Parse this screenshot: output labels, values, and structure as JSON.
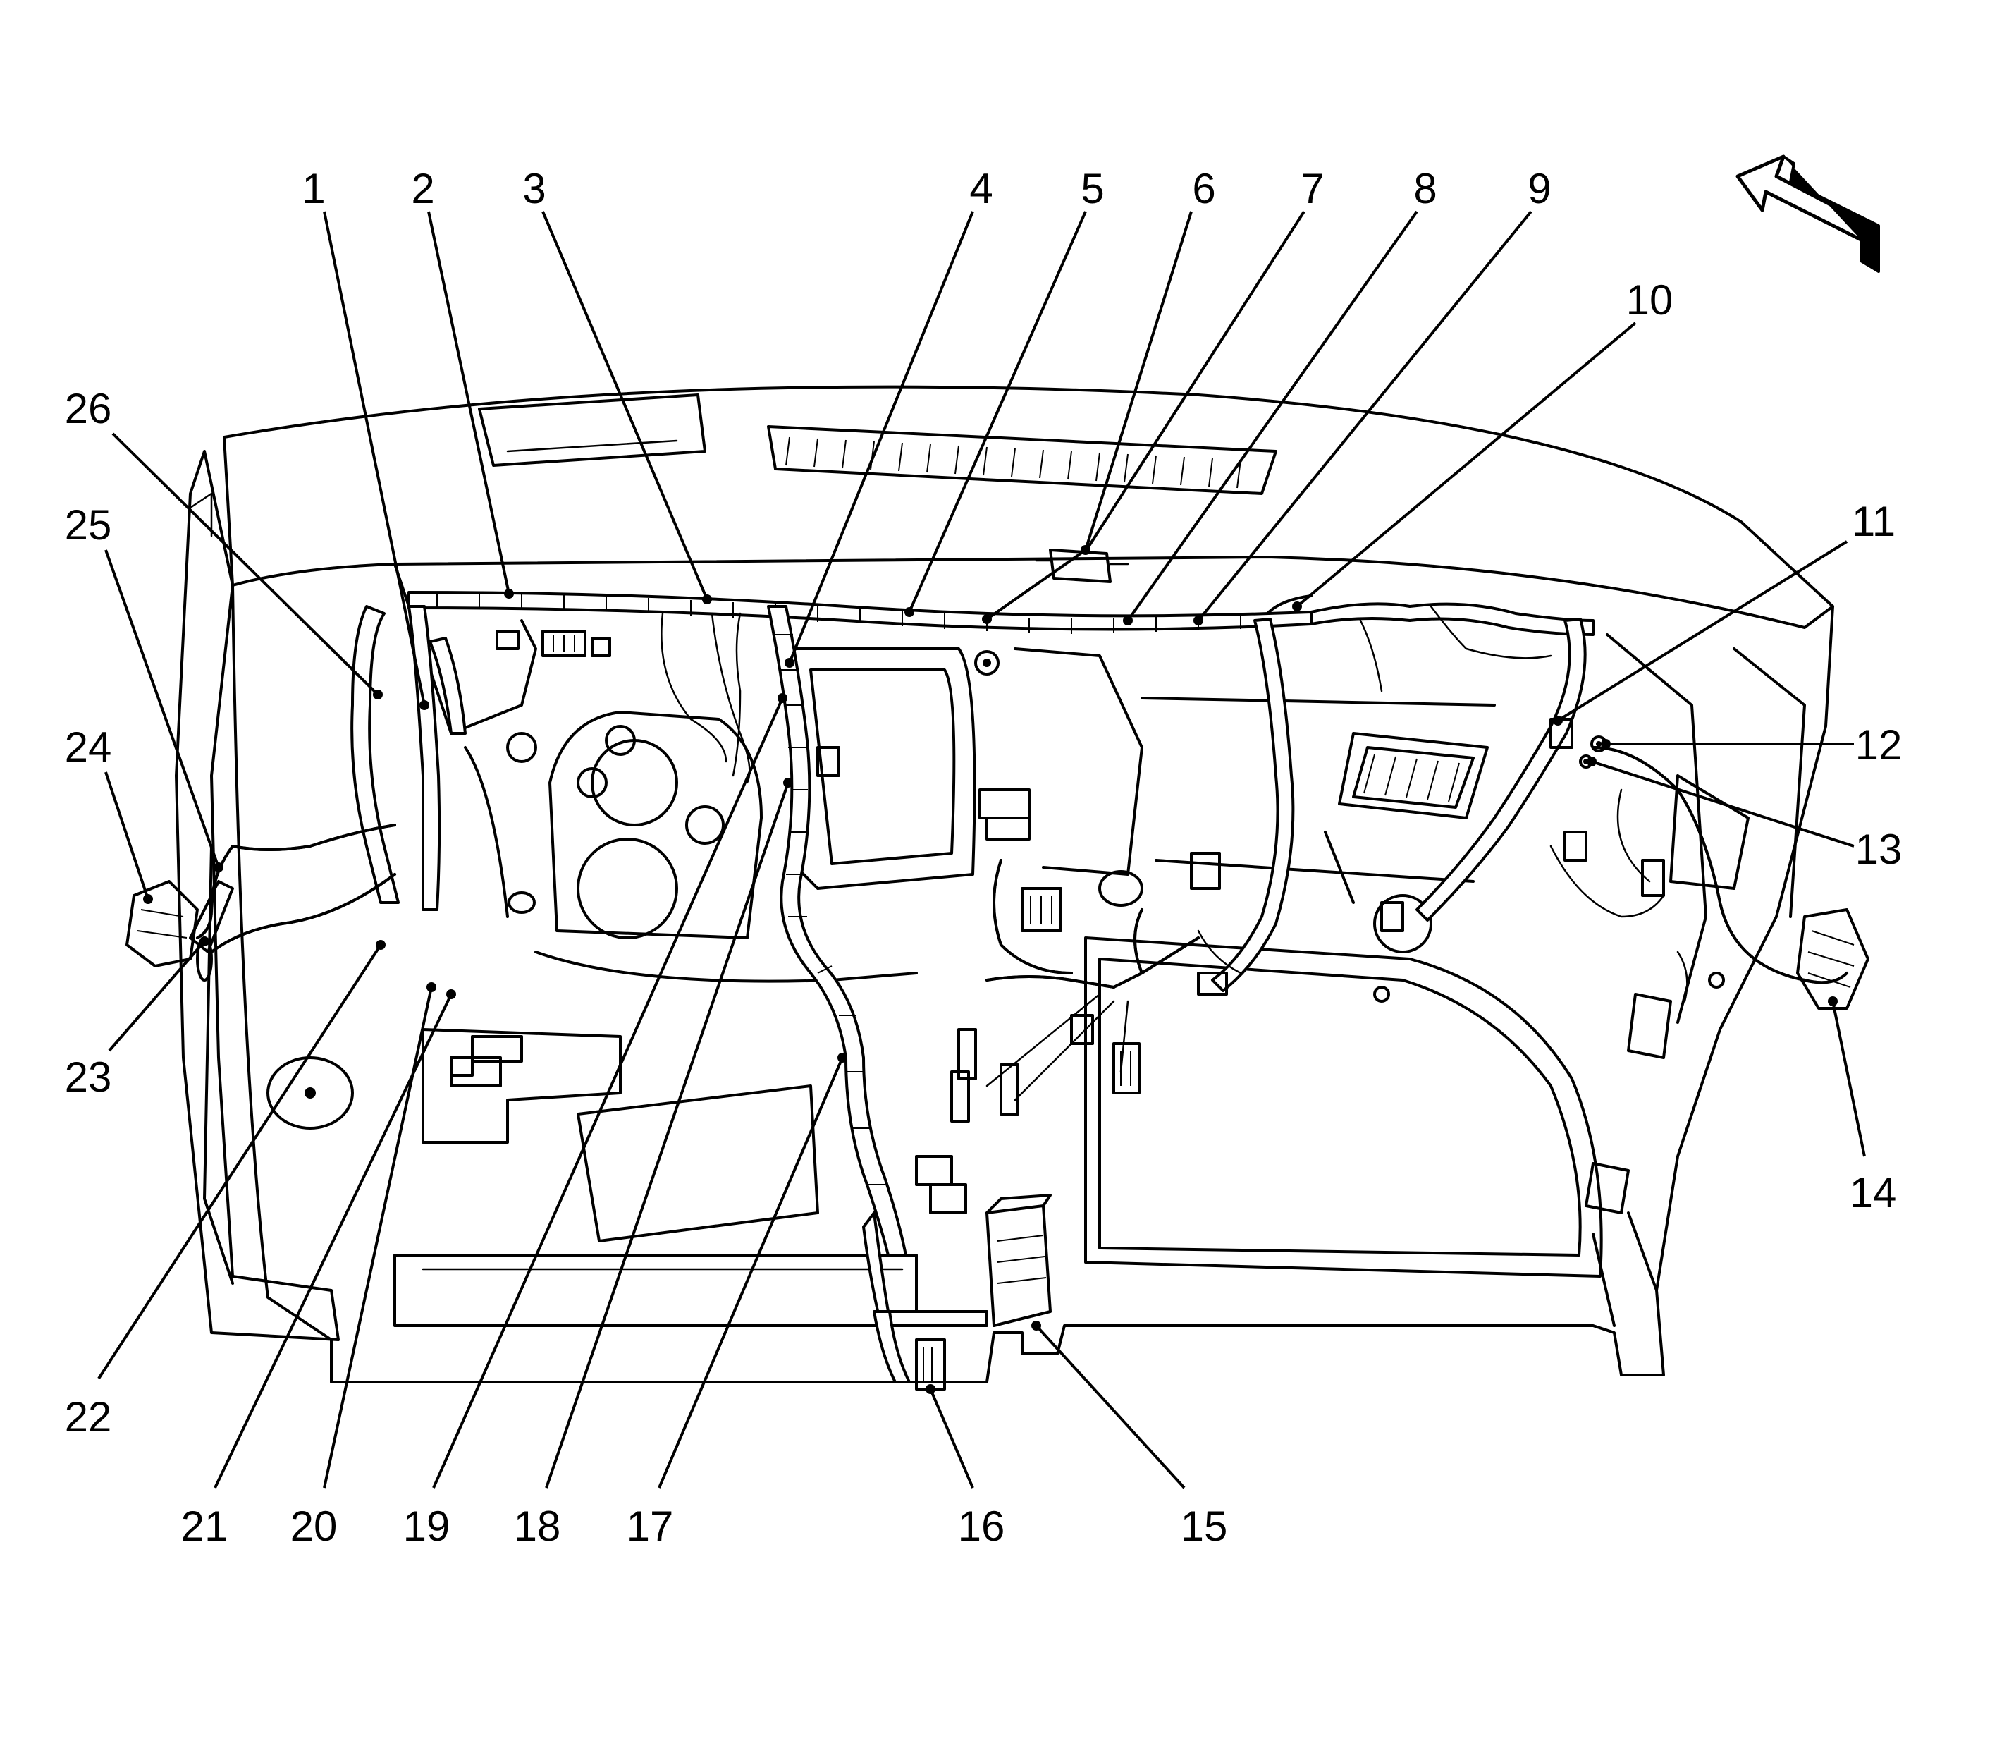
{
  "callouts": [
    {
      "id": "1",
      "label": "1"
    },
    {
      "id": "2",
      "label": "2"
    },
    {
      "id": "3",
      "label": "3"
    },
    {
      "id": "4",
      "label": "4"
    },
    {
      "id": "5",
      "label": "5"
    },
    {
      "id": "6",
      "label": "6"
    },
    {
      "id": "7",
      "label": "7"
    },
    {
      "id": "8",
      "label": "8"
    },
    {
      "id": "9",
      "label": "9"
    },
    {
      "id": "10",
      "label": "10"
    },
    {
      "id": "11",
      "label": "11"
    },
    {
      "id": "12",
      "label": "12"
    },
    {
      "id": "13",
      "label": "13"
    },
    {
      "id": "14",
      "label": "14"
    },
    {
      "id": "15",
      "label": "15"
    },
    {
      "id": "16",
      "label": "16"
    },
    {
      "id": "17",
      "label": "17"
    },
    {
      "id": "18",
      "label": "18"
    },
    {
      "id": "19",
      "label": "19"
    },
    {
      "id": "20",
      "label": "20"
    },
    {
      "id": "21",
      "label": "21"
    },
    {
      "id": "22",
      "label": "22"
    },
    {
      "id": "23",
      "label": "23"
    },
    {
      "id": "24",
      "label": "24"
    },
    {
      "id": "25",
      "label": "25"
    },
    {
      "id": "26",
      "label": "26"
    }
  ],
  "colors": {
    "line": "#000000",
    "background": "#ffffff"
  },
  "icons": {
    "direction": "forward-arrow-icon"
  }
}
